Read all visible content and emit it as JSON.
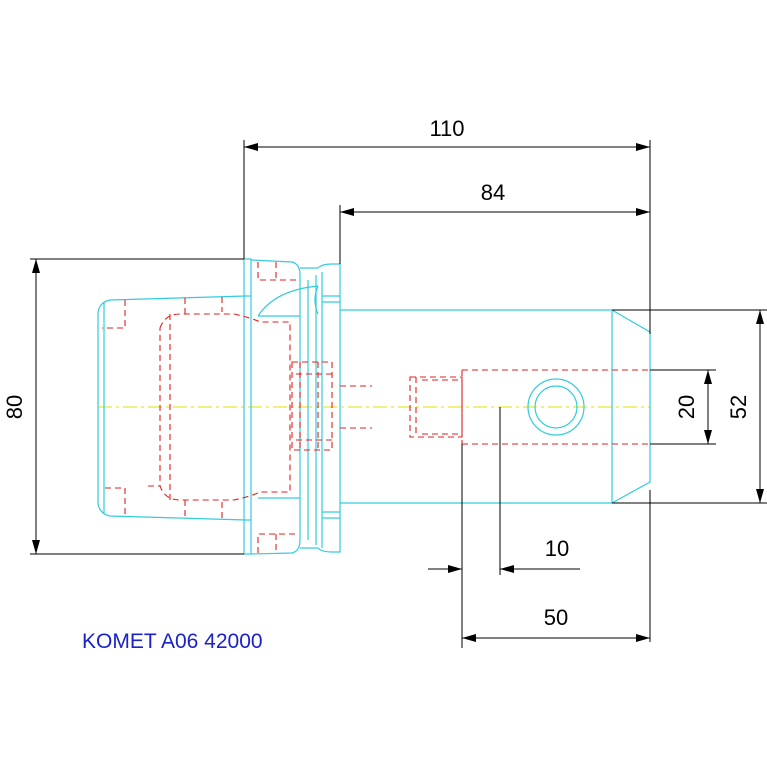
{
  "colors": {
    "outline": "#33ccdd",
    "hidden": "#e02020",
    "centerline": "#e0e000",
    "dimension": "#000000",
    "title": "#1a22c8"
  },
  "dimensions": {
    "overall_length": "110",
    "shank_length": "84",
    "flange_diameter": "80",
    "shank_diameter": "52",
    "bore_diameter": "20",
    "hole_offset": "10",
    "hole_distance": "50"
  },
  "title": "KOMET A06 42000"
}
